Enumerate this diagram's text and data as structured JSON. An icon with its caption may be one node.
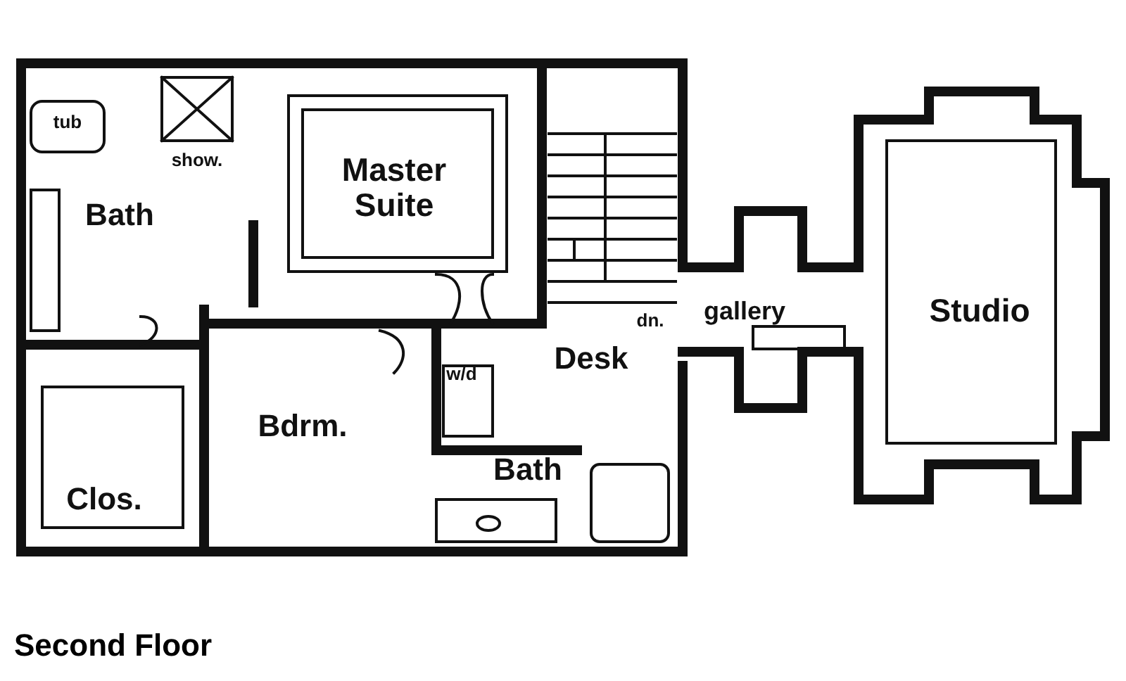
{
  "diagram": {
    "title": "Second Floor",
    "labels": [
      "tub",
      "show.",
      "Master Suite",
      "Bath",
      "dn.",
      "gallery",
      "Studio",
      "Desk",
      "w/d",
      "Bdrm.",
      "Bath",
      "Clos."
    ]
  }
}
